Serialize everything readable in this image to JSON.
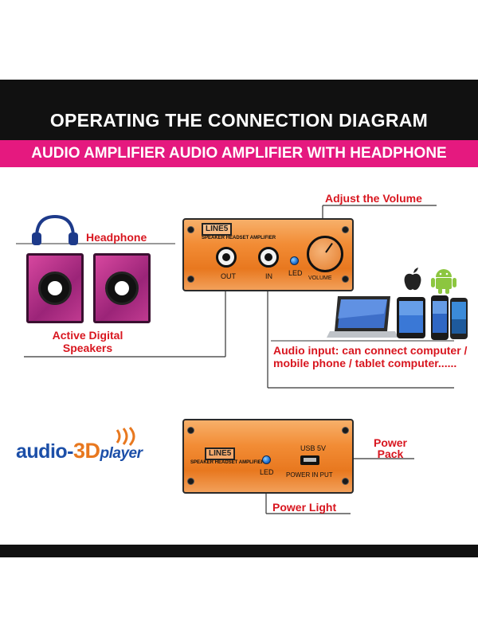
{
  "header": {
    "title": "OPERATING THE CONNECTION DIAGRAM",
    "subtitle": "AUDIO AMPLIFIER AUDIO AMPLIFIER WITH HEADPHONE"
  },
  "labels": {
    "adjust_volume": "Adjust the Volume",
    "headphone": "Headphone",
    "active_speakers": "Active Digital Speakers",
    "audio_input": "Audio input: can connect computer / mobile phone / tablet computer......",
    "power_pack": "Power Pack",
    "power_light": "Power Light"
  },
  "front_panel": {
    "brand": "LINE5",
    "model": "SPEAKER HEADSET AMPLIFIER",
    "out_label": "OUT",
    "in_label": "IN",
    "led_label": "LED",
    "volume_label": "VOLUME"
  },
  "rear_panel": {
    "brand": "LINE5",
    "model": "SPEAKER HEADSET AMPLIFIER",
    "led_label": "LED",
    "usb_label": "USB 5V",
    "power_label": "POWER IN PUT"
  },
  "logo": {
    "audio": "audio-",
    "three_d": "3D",
    "player": "player"
  },
  "icons": {
    "headphone": "headphone-icon",
    "apple": "apple-icon",
    "android": "android-icon"
  },
  "colors": {
    "label_red": "#d8161f",
    "band_pink": "#e5197f",
    "panel_orange": "#f28c35",
    "logo_blue": "#1c4fa8"
  }
}
